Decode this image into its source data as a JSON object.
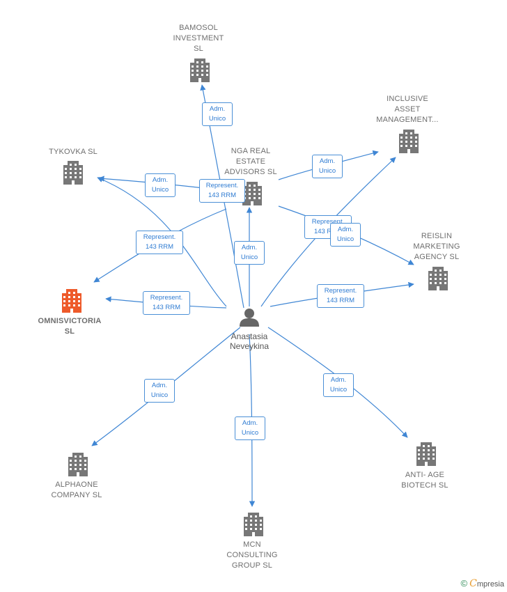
{
  "colors": {
    "edge": "#3f86d4",
    "building": "#777777",
    "highlight": "#ee5a2a",
    "person": "#666666"
  },
  "person": {
    "name_line1": "Anastasia",
    "name_line2": "Neveykina",
    "icon": "person-icon"
  },
  "companies": [
    {
      "id": "bamosol",
      "lines": [
        "BAMOSOL",
        "INVESTMENT",
        "SL"
      ],
      "highlight": false
    },
    {
      "id": "inclusive",
      "lines": [
        "INCLUSIVE",
        "ASSET",
        "MANAGEMENT..."
      ],
      "highlight": false
    },
    {
      "id": "tykovka",
      "lines": [
        "TYKOVKA  SL"
      ],
      "highlight": false
    },
    {
      "id": "nga",
      "lines": [
        "NGA REAL",
        "ESTATE",
        "ADVISORS  SL"
      ],
      "highlight": false
    },
    {
      "id": "reislin",
      "lines": [
        "REISLIN",
        "MARKETING",
        "AGENCY  SL"
      ],
      "highlight": false
    },
    {
      "id": "omnisvictoria",
      "lines": [
        "OMNISVICTORIA",
        "SL"
      ],
      "highlight": true
    },
    {
      "id": "alphaone",
      "lines": [
        "ALPHAONE",
        "COMPANY  SL"
      ],
      "highlight": false
    },
    {
      "id": "antiage",
      "lines": [
        "ANTI- AGE",
        "BIOTECH  SL"
      ],
      "highlight": false
    },
    {
      "id": "mcn",
      "lines": [
        "MCN",
        "CONSULTING",
        "GROUP  SL"
      ],
      "highlight": false
    }
  ],
  "relations": [
    {
      "id": "r-bamosol",
      "line1": "Adm.",
      "line2": "Unico"
    },
    {
      "id": "r-tykovka",
      "line1": "Adm.",
      "line2": "Unico"
    },
    {
      "id": "r-nga-tykovka",
      "line1": "Represent.",
      "line2": "143 RRM"
    },
    {
      "id": "r-inclusive",
      "line1": "Adm.",
      "line2": "Unico"
    },
    {
      "id": "r-omnis-upper",
      "line1": "Represent.",
      "line2": "143 RRM"
    },
    {
      "id": "r-nga",
      "line1": "Adm.",
      "line2": "Unico"
    },
    {
      "id": "r-nga-reislin",
      "line1": "Represent.",
      "line2": "143 RRM"
    },
    {
      "id": "r-reislin-adm",
      "line1": "Adm.",
      "line2": "Unico"
    },
    {
      "id": "r-omnis",
      "line1": "Represent.",
      "line2": "143 RRM"
    },
    {
      "id": "r-reislin",
      "line1": "Represent.",
      "line2": "143 RRM"
    },
    {
      "id": "r-alphaone",
      "line1": "Adm.",
      "line2": "Unico"
    },
    {
      "id": "r-mcn",
      "line1": "Adm.",
      "line2": "Unico"
    },
    {
      "id": "r-antiage",
      "line1": "Adm.",
      "line2": "Unico"
    }
  ],
  "brand": {
    "copyright": "©",
    "initial": "C",
    "name": "mpresia"
  }
}
